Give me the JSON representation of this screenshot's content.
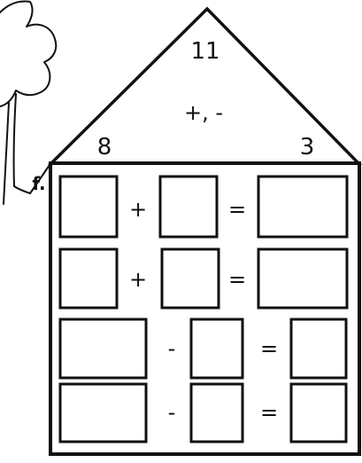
{
  "roof": {
    "top_number": "11",
    "operations": "+, -",
    "left_number": "8",
    "right_number": "3"
  },
  "label": "f.",
  "rows": [
    {
      "operator": "+",
      "equals": "="
    },
    {
      "operator": "+",
      "equals": "="
    },
    {
      "operator": "-",
      "equals": "="
    },
    {
      "operator": "-",
      "equals": "="
    }
  ],
  "colors": {
    "ink": "#111111",
    "paper": "#ffffff"
  }
}
